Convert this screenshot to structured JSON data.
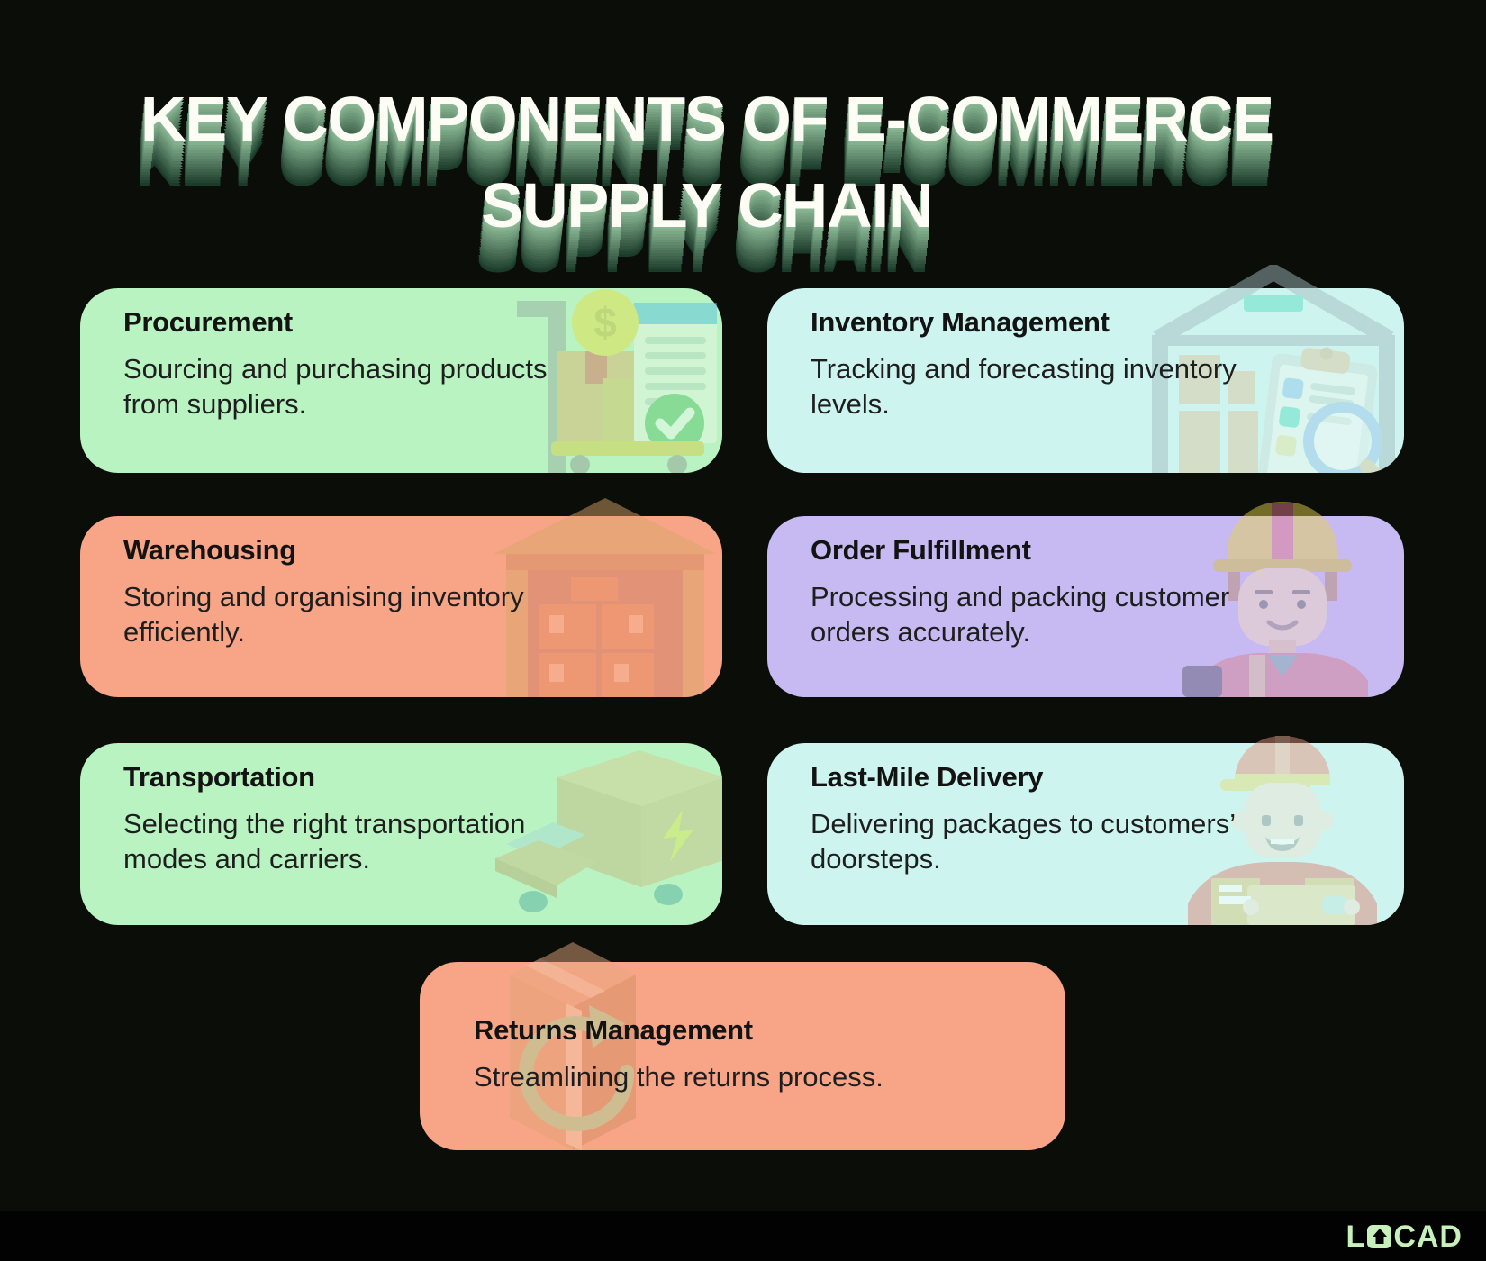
{
  "title": {
    "line1": "KEY COMPONENTS OF E-COMMERCE",
    "line2": "SUPPLY CHAIN"
  },
  "cards": [
    {
      "id": "procurement",
      "title": "Procurement",
      "description": "Sourcing and purchasing products\nfrom suppliers.",
      "color": "#b9f3c2",
      "icon": "cart-invoice-coin-check"
    },
    {
      "id": "inventory-management",
      "title": "Inventory Management",
      "description": "Tracking and forecasting inventory\nlevels.",
      "color": "#cdf4ef",
      "icon": "warehouse-clipboard-magnifier"
    },
    {
      "id": "warehousing",
      "title": "Warehousing",
      "description": "Storing and organising inventory\nefficiently.",
      "color": "#f8a487",
      "icon": "warehouse-building-boxes"
    },
    {
      "id": "order-fulfillment",
      "title": "Order Fulfillment",
      "description": "Processing and packing customer\norders accurately.",
      "color": "#c7b9f2",
      "icon": "worker-hard-hat"
    },
    {
      "id": "transportation",
      "title": "Transportation",
      "description": "Selecting the right transportation\nmodes and carriers.",
      "color": "#b9f3c2",
      "icon": "delivery-truck-lightning"
    },
    {
      "id": "last-mile-delivery",
      "title": "Last-Mile Delivery",
      "description": "Delivering packages to customers’\ndoorsteps.",
      "color": "#cdf4ef",
      "icon": "courier-with-package"
    },
    {
      "id": "returns-management",
      "title": "Returns Management",
      "description": "Streamlining the returns process.",
      "color": "#f8a487",
      "icon": "return-box-arrow"
    }
  ],
  "footer": {
    "brand": "LOCAD",
    "brand_part1": "L",
    "brand_part2": "CAD"
  },
  "palette": {
    "background": "#0a0d08",
    "footer_band": "#020202",
    "title_face": "#fdfdf6",
    "title_extrude_green": "#4f7d5c",
    "card_green": "#b9f3c2",
    "card_cyan": "#cdf4ef",
    "card_orange": "#f8a487",
    "card_purple": "#c7b9f2",
    "text_dark": "#1e1e1e",
    "logo_green": "#c7f0bb"
  }
}
